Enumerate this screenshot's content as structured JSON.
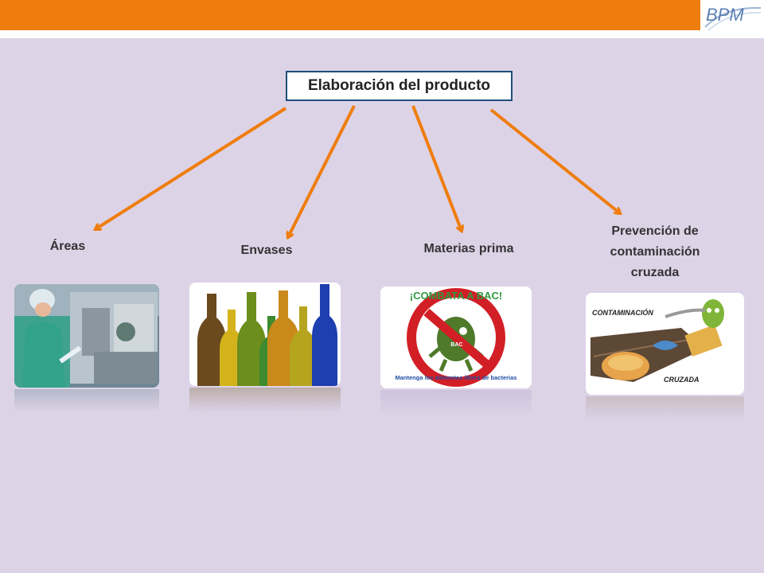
{
  "logo": {
    "text": "BPM"
  },
  "diagram": {
    "root": "Elaboración del producto",
    "children": [
      {
        "label": "Áreas",
        "image": "laboratory-worker-photo"
      },
      {
        "label": "Envases",
        "image": "bottles-photo"
      },
      {
        "label": "Materias prima",
        "image": "combata-a-bac-sign",
        "sign_top": "¡COMBATA A BAC!",
        "sign_bottom": "Mantenga los alimentos libres de bacterias",
        "badge": "BAC"
      },
      {
        "label": "Prevención de contaminación cruzada",
        "image": "cross-contamination-illustration",
        "caption_top": "CONTAMINACIÓN",
        "caption_bottom": "CRUZADA"
      }
    ]
  },
  "colors": {
    "header": "#ef7d0d",
    "arrow": "#ef7d0d",
    "box_border": "#1f4e79",
    "background": "#ddd3e7"
  }
}
